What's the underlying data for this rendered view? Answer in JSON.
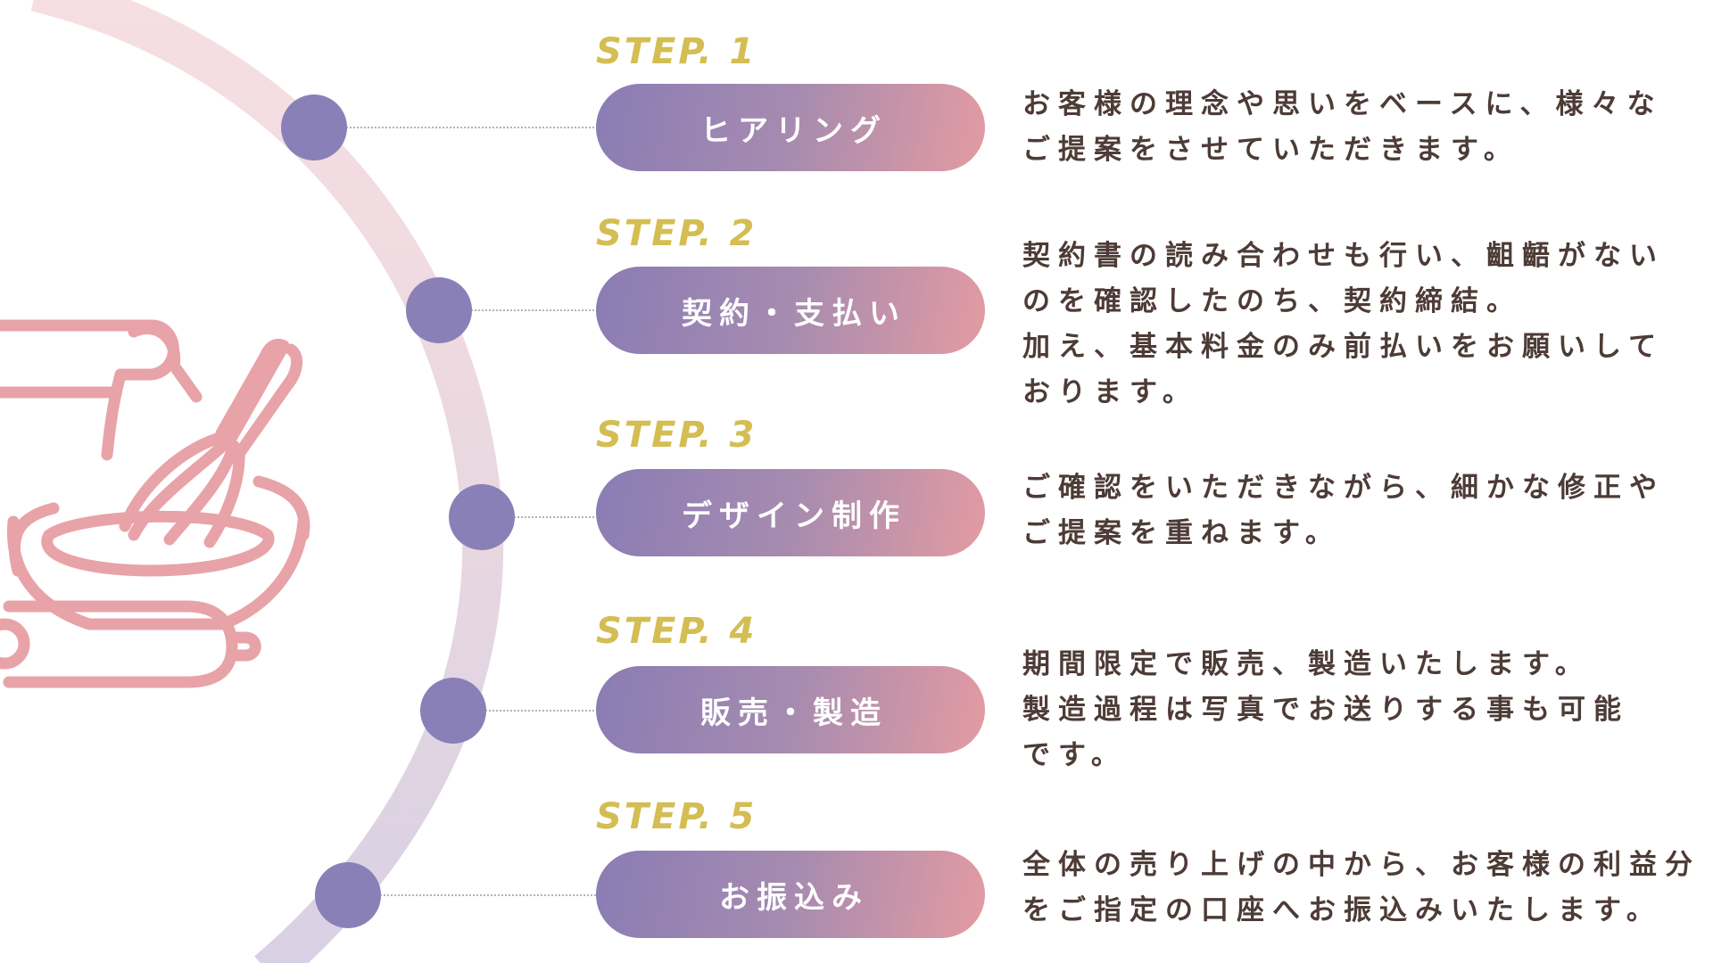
{
  "colors": {
    "step_label": "#d4bd52",
    "pill_gradient_start": "#8a7cb4",
    "pill_gradient_end": "#e39ba2",
    "dot": "#8a80b8",
    "arc_top": "#f6dfe2",
    "arc_bottom": "#d8d0e4",
    "illustration": "#e8a3a8",
    "body_text": "#4d3b36"
  },
  "illustration": {
    "icon": "baking-bowl-whisk-rolling-pin-icon"
  },
  "steps": [
    {
      "label": "STEP. 1",
      "title": "ヒアリング",
      "description": [
        "お客様の理念や思いをベースに、様々な",
        "ご提案をさせていただきます。"
      ]
    },
    {
      "label": "STEP. 2",
      "title": "契約・支払い",
      "description": [
        "契約書の読み合わせも行い、齟齬がない",
        "のを確認したのち、契約締結。",
        "加え、基本料金のみ前払いをお願いして",
        "おります。"
      ]
    },
    {
      "label": "STEP. 3",
      "title": "デザイン制作",
      "description": [
        "ご確認をいただきながら、細かな修正や",
        "ご提案を重ねます。"
      ]
    },
    {
      "label": "STEP. 4",
      "title": "販売・製造",
      "description": [
        "期間限定で販売、製造いたします。",
        "製造過程は写真でお送りする事も可能",
        "です。"
      ]
    },
    {
      "label": "STEP. 5",
      "title": "お振込み",
      "description": [
        "全体の売り上げの中から、お客様の利益分",
        "をご指定の口座へお振込みいたします。"
      ]
    }
  ]
}
